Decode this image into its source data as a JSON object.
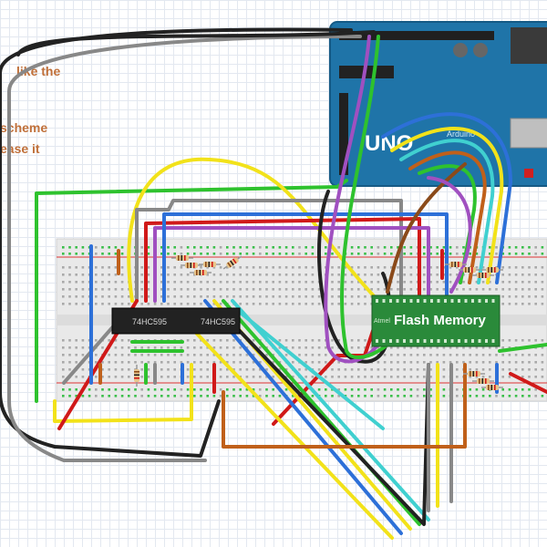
{
  "notes": {
    "line1": "like the",
    "line2": "scheme",
    "line3": "ease it"
  },
  "components": {
    "shift_register": {
      "label": "74HC595",
      "label_right": "74HC595"
    },
    "flash": {
      "label": "Flash Memory",
      "small_label": "Atmel"
    },
    "arduino": {
      "brand": "UNO",
      "word": "Arduino"
    }
  },
  "colors": {
    "arduino_board": "#1f74a8",
    "breadboard": "#e9e9e9",
    "flash_chip": "#2a8a3a",
    "shift_chip": "#222222",
    "note_text": "#c0703a"
  }
}
